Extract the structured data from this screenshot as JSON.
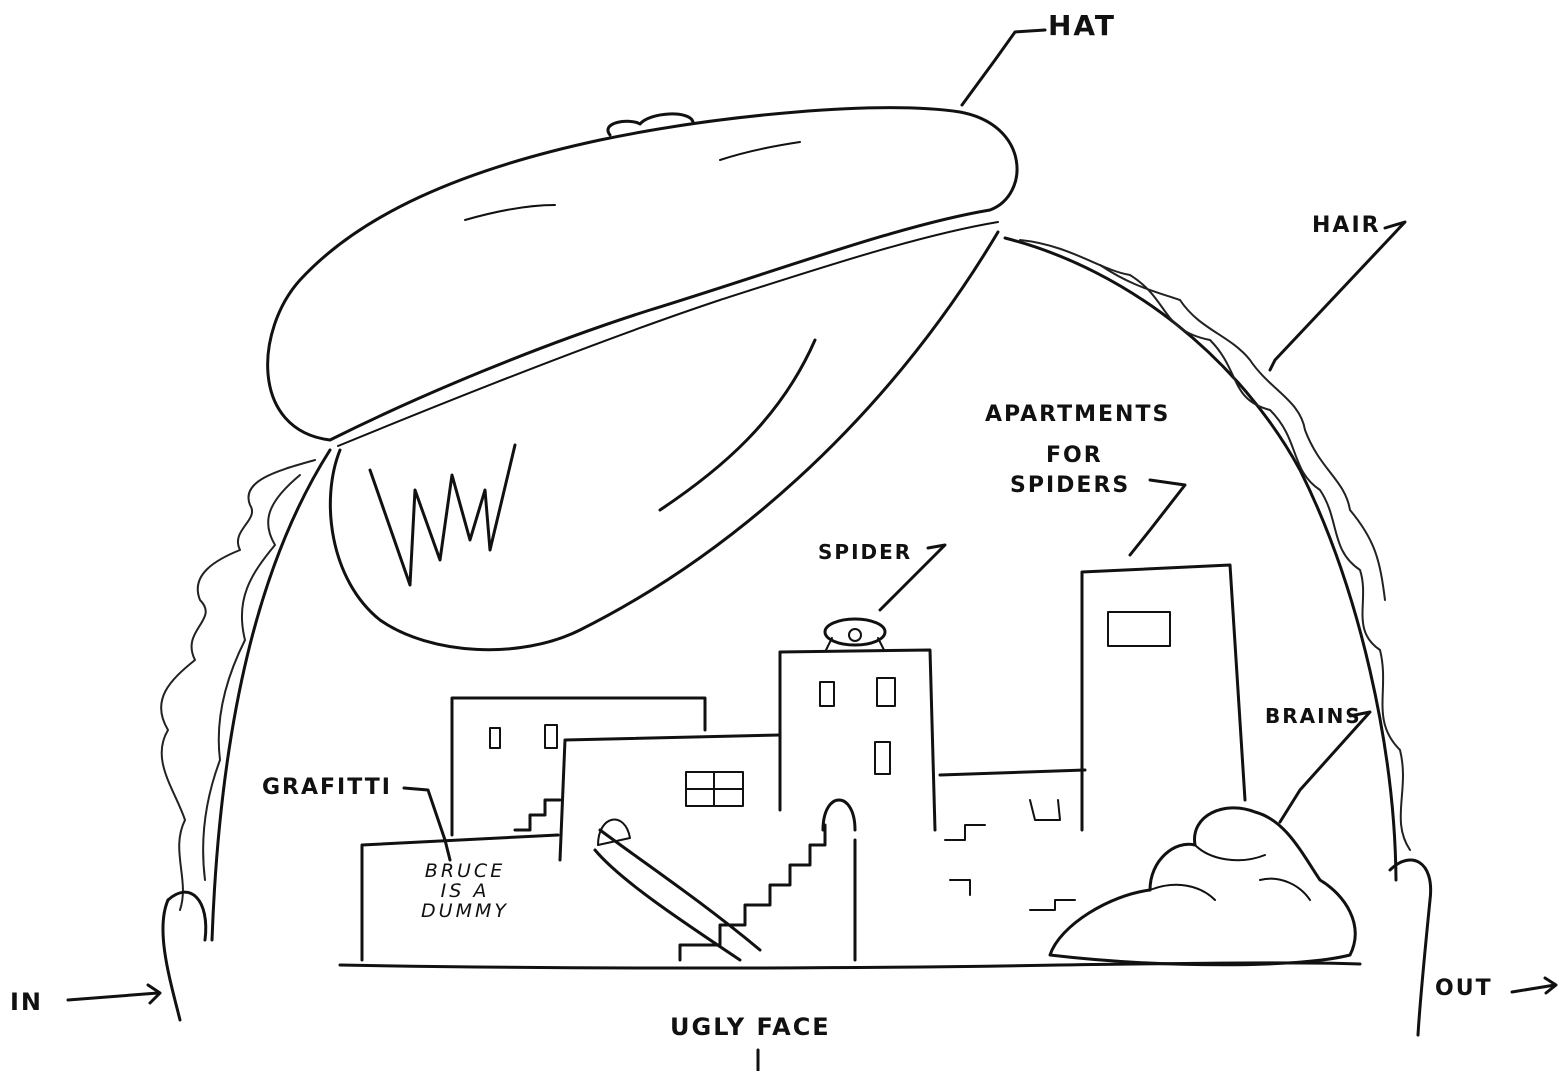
{
  "labels": {
    "hat": "HAT",
    "hair": "HAIR",
    "apartments": [
      "APARTMENTS",
      "FOR",
      "SPIDERS"
    ],
    "spider": "SPIDER",
    "brains": "BRAINS",
    "grafitti": "GRAFITTI",
    "graffiti_text": [
      "BRUCE",
      "IS A",
      "DUMMY"
    ],
    "in": "IN",
    "out": "OUT",
    "ugly_face": "UGLY FACE"
  }
}
